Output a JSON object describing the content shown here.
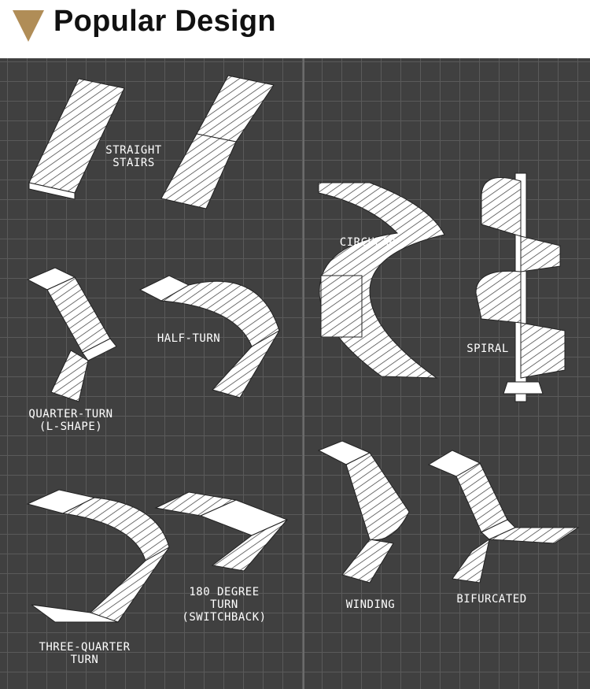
{
  "header": {
    "title": "Popular Design",
    "icon": "triangle-down-icon",
    "icon_color": "#b08d57"
  },
  "labels": {
    "straight": [
      "STRAIGHT",
      "STAIRS"
    ],
    "quarter": [
      "QUARTER-TURN",
      "(L-SHAPE)"
    ],
    "half": "HALF-TURN",
    "three_quarter": [
      "THREE-QUARTER",
      "TURN"
    ],
    "degree180": [
      "180 DEGREE",
      "TURN",
      "(SWITCHBACK)"
    ],
    "circular": "CIRCULAR",
    "spiral": "SPIRAL",
    "winding": "WINDING",
    "bifurcated": "BIFURCATED"
  }
}
